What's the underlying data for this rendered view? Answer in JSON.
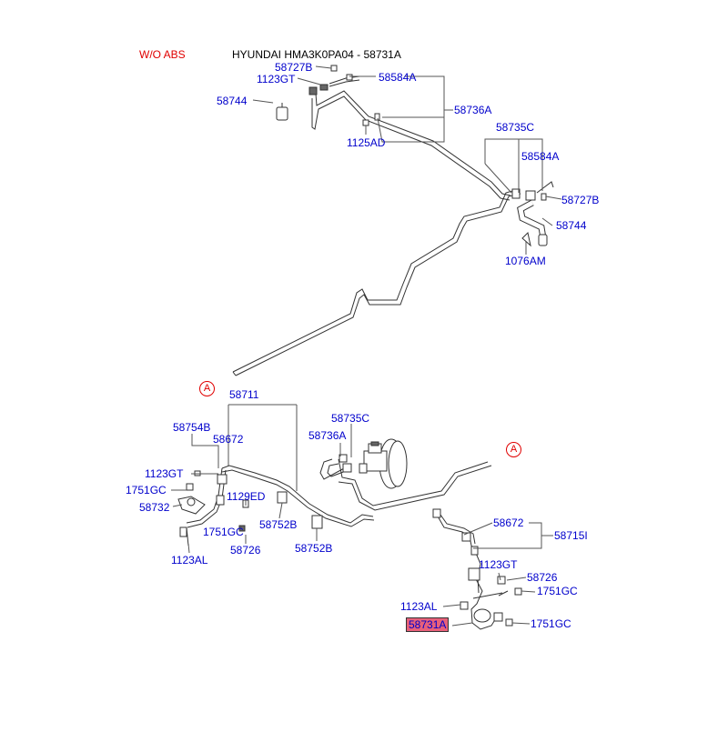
{
  "header": {
    "variant": "W/O ABS",
    "title": "HYUNDAI HMA3K0PA04 - 58731A"
  },
  "colors": {
    "label": "#0000cc",
    "variant": "#e00000",
    "highlight": "#e8607a"
  },
  "ref_marker": "A",
  "labels": {
    "l58727B_top": "58727B",
    "l1123GT_top": "1123GT",
    "l58584A_top": "58584A",
    "l58744_left": "58744",
    "l58736A_top": "58736A",
    "l1125AD": "1125AD",
    "l58735C_top": "58735C",
    "l58584A_right": "58584A",
    "l58727B_right": "58727B",
    "l58744_right": "58744",
    "l1076AM": "1076AM",
    "l58711": "58711",
    "l58754B": "58754B",
    "l58672_left": "58672",
    "l58735C_mid": "58735C",
    "l58736A_mid": "58736A",
    "l1123GT_left": "1123GT",
    "l1751GC_left": "1751GC",
    "l58732": "58732",
    "l1129ED": "1129ED",
    "l1751GC_mid": "1751GC",
    "l58752B_1": "58752B",
    "l58752B_2": "58752B",
    "l58726_left": "58726",
    "l1123AL_left": "1123AL",
    "l58672_right": "58672",
    "l58715I": "58715I",
    "l1123GT_right": "1123GT",
    "l58726_right": "58726",
    "l1751GC_right1": "1751GC",
    "l1123AL_right": "1123AL",
    "l58731A": "58731A",
    "l1751GC_right2": "1751GC"
  }
}
